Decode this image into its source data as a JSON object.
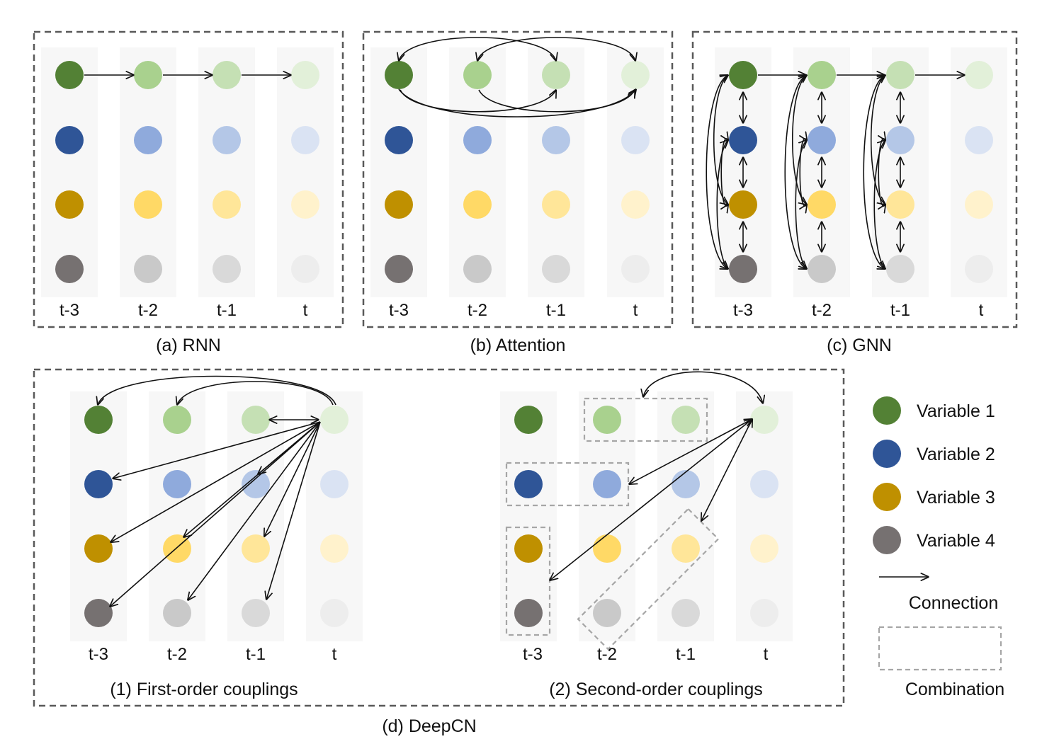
{
  "time_labels": [
    "t-3",
    "t-2",
    "t-1",
    "t"
  ],
  "panels": {
    "rnn": {
      "caption": "(a) RNN"
    },
    "attention": {
      "caption": "(b) Attention"
    },
    "gnn": {
      "caption": "(c) GNN"
    },
    "deepcn": {
      "caption": "(d) DeepCN",
      "first_order": {
        "caption": "(1) First-order couplings"
      },
      "second_order": {
        "caption": "(2) Second-order couplings"
      }
    }
  },
  "variables": [
    {
      "name": "Variable 1",
      "shades": [
        "#538135",
        "#a9d18e",
        "#c5e0b4",
        "#e2f0d9"
      ]
    },
    {
      "name": "Variable 2",
      "shades": [
        "#2f5597",
        "#8faadc",
        "#b4c7e7",
        "#dae3f3"
      ]
    },
    {
      "name": "Variable 3",
      "shades": [
        "#bf9000",
        "#ffd966",
        "#ffe699",
        "#fff2cc"
      ]
    },
    {
      "name": "Variable 4",
      "shades": [
        "#767171",
        "#c9c9c9",
        "#d9d9d9",
        "#ededed"
      ]
    }
  ],
  "legend": {
    "connection_label": "Connection",
    "combination_label": "Combination"
  },
  "colors": {
    "column_band": "#f7f7f7",
    "panel_border": "#595959",
    "combination_border": "#a6a6a6",
    "arrow": "#111111"
  }
}
